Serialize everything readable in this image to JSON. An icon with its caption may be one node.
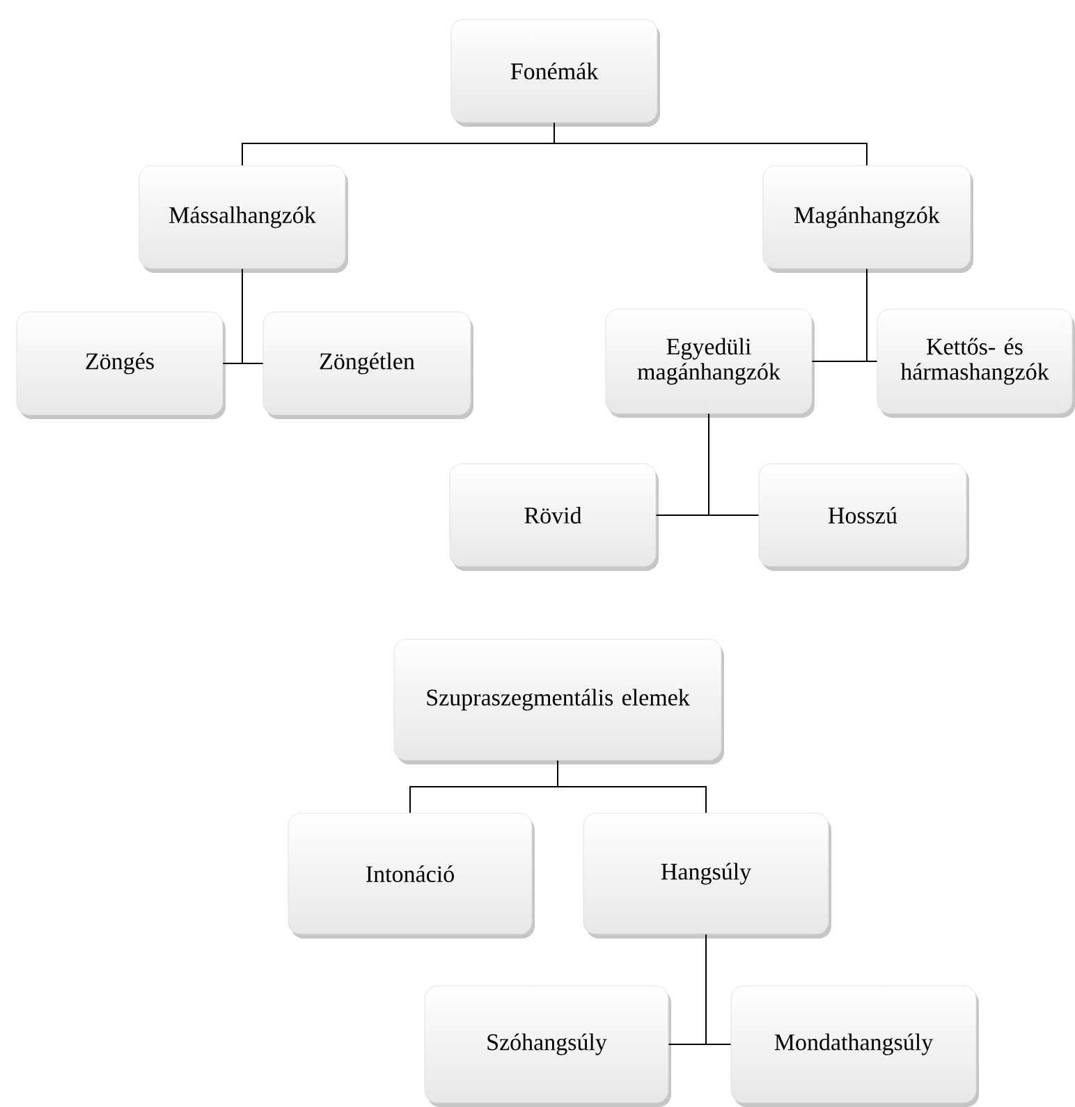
{
  "diagram": {
    "nodes": [
      {
        "text": [
          "Fonémák"
        ]
      },
      {
        "text": [
          "Mássalhangzók"
        ]
      },
      {
        "text": [
          "Magánhangzók"
        ]
      },
      {
        "text": [
          "Zöngés"
        ]
      },
      {
        "text": [
          "Zöngétlen"
        ]
      },
      {
        "text": [
          "Egyedüli magánhangzók"
        ]
      },
      {
        "text": [
          "Kettős- és hármashangzók"
        ]
      },
      {
        "text": [
          "Rövid"
        ]
      },
      {
        "text": [
          "Hosszú"
        ]
      },
      {
        "text": [
          "Szupraszegmentális elemek"
        ]
      },
      {
        "text": [
          "Intonáció"
        ]
      },
      {
        "text": [
          "Hangsúly"
        ]
      },
      {
        "text": [
          "Szóhangsúly"
        ]
      },
      {
        "text": [
          "Mondathangsúly"
        ]
      }
    ],
    "edges": [
      {
        "from": 0,
        "to": 1,
        "arrow": "none"
      },
      {
        "from": 0,
        "to": 2,
        "arrow": "none"
      },
      {
        "from": 1,
        "to": 3,
        "arrow": "none"
      },
      {
        "from": 1,
        "to": 4,
        "arrow": "none"
      },
      {
        "from": 2,
        "to": 5,
        "arrow": "none"
      },
      {
        "from": 2,
        "to": 6,
        "arrow": "none"
      },
      {
        "from": 5,
        "to": 7,
        "arrow": "none"
      },
      {
        "from": 5,
        "to": 8,
        "arrow": "none"
      },
      {
        "from": 9,
        "to": 10,
        "arrow": "none"
      },
      {
        "from": 9,
        "to": 11,
        "arrow": "none"
      },
      {
        "from": 11,
        "to": 12,
        "arrow": "none"
      },
      {
        "from": 11,
        "to": 13,
        "arrow": "none"
      }
    ]
  }
}
